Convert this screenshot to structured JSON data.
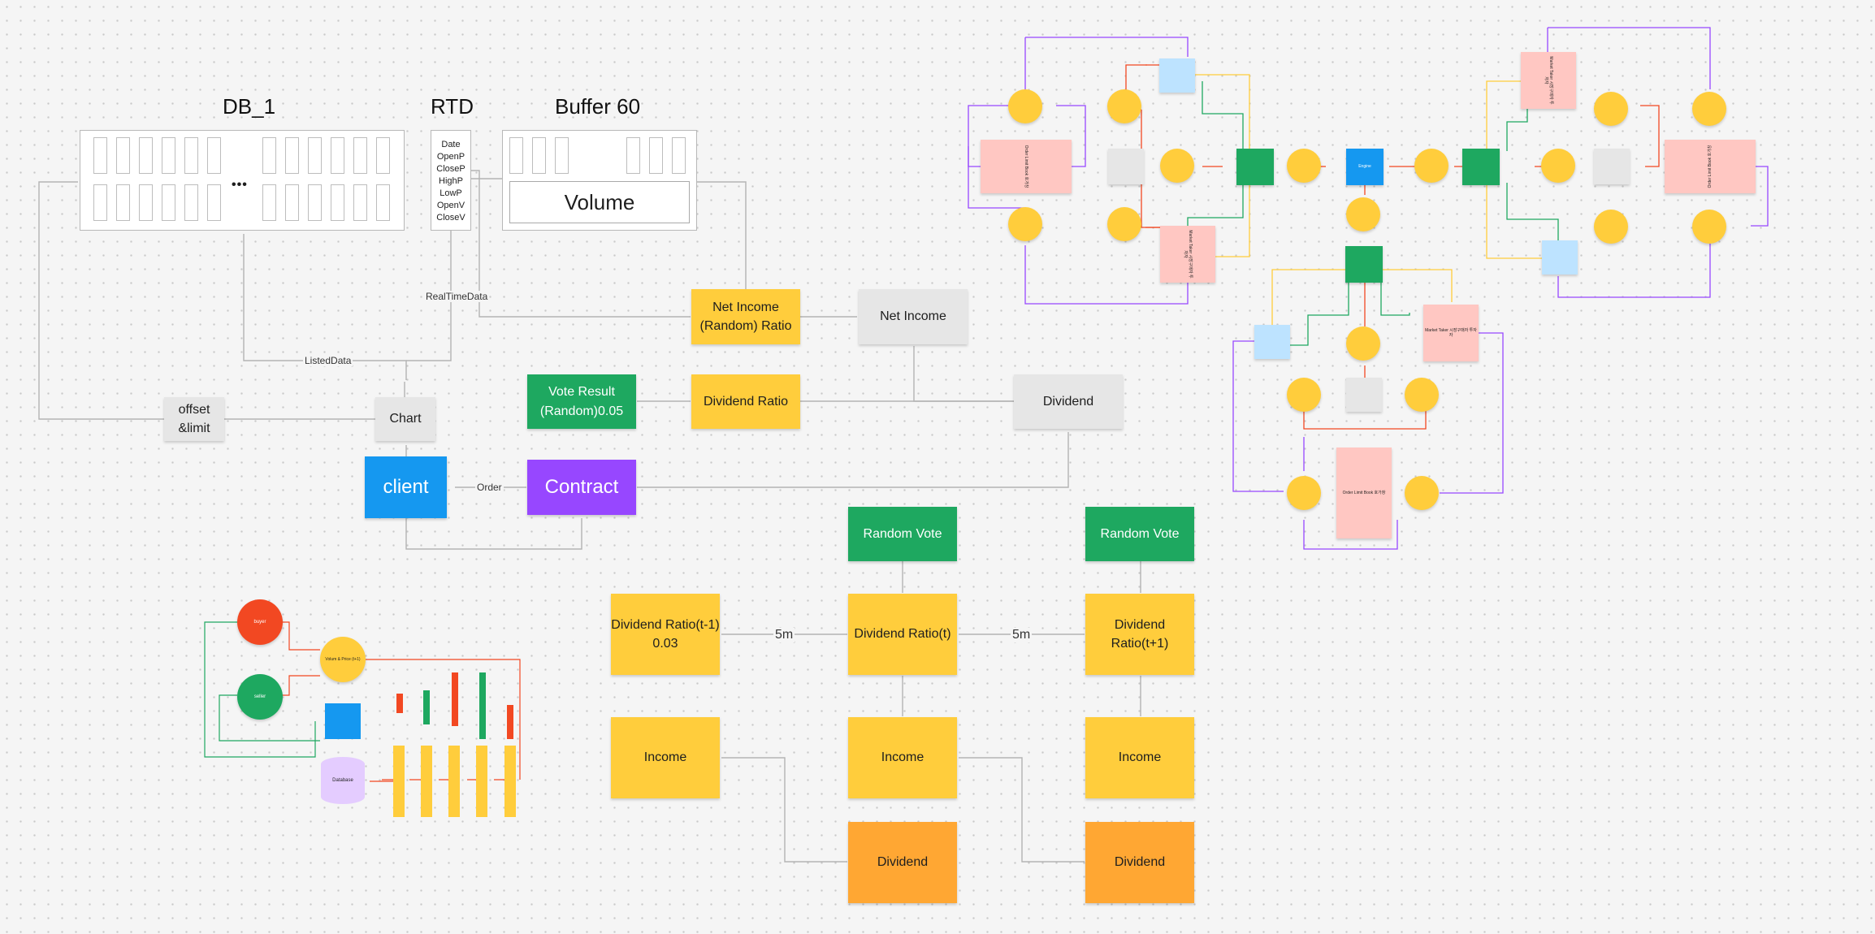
{
  "colors": {
    "yellow": "#ffcd3c",
    "green": "#1ea860",
    "gray": "#e6e6e6",
    "blue": "#1598f0",
    "purple": "#9747ff",
    "orange": "#ffa733",
    "pink": "#ffc7c2",
    "lightblue": "#bde3ff",
    "red": "#f24822",
    "connector": "#b3b3b3"
  },
  "headings": {
    "db": "DB_1",
    "rtd": "RTD",
    "buffer": "Buffer 60"
  },
  "rtd_fields": [
    "Date",
    "OpenP",
    "CloseP",
    "HighP",
    "LowP",
    "OpenV",
    "CloseV"
  ],
  "db_ellipsis": "•••",
  "volume": "Volume",
  "labels": {
    "realtime": "RealTimeData",
    "listed": "ListedData",
    "order": "Order",
    "five1": "5m",
    "five2": "5m"
  },
  "nodes": {
    "net_income_ratio": "Net Income (Random) Ratio",
    "net_income": "Net Income",
    "vote_result": "Vote Result (Random)0.05",
    "dividend_ratio": "Dividend Ratio",
    "dividend": "Dividend",
    "offset": "offset &limit",
    "chart": "Chart",
    "client": "client",
    "contract": "Contract"
  },
  "timeline": {
    "random_vote_1": "Random Vote",
    "random_vote_2": "Random Vote",
    "ratio_prev": "Dividend Ratio(t-1) 0.03",
    "ratio_t": "Dividend Ratio(t)",
    "ratio_next": "Dividend Ratio(t+1)",
    "income_1": "Income",
    "income_2": "Income",
    "income_3": "Income",
    "dividend_1": "Dividend",
    "dividend_2": "Dividend"
  },
  "flow": {
    "buyer": "buyer",
    "seller": "seller",
    "volume_price": "Volum & Price (t+1)",
    "database": "Database"
  },
  "right": {
    "order_limit_book": "Order Limit Book 호가창",
    "market_taker": "Market Taker 시장구매자 투자자",
    "blank_cell": "",
    "engine": "Engine"
  }
}
